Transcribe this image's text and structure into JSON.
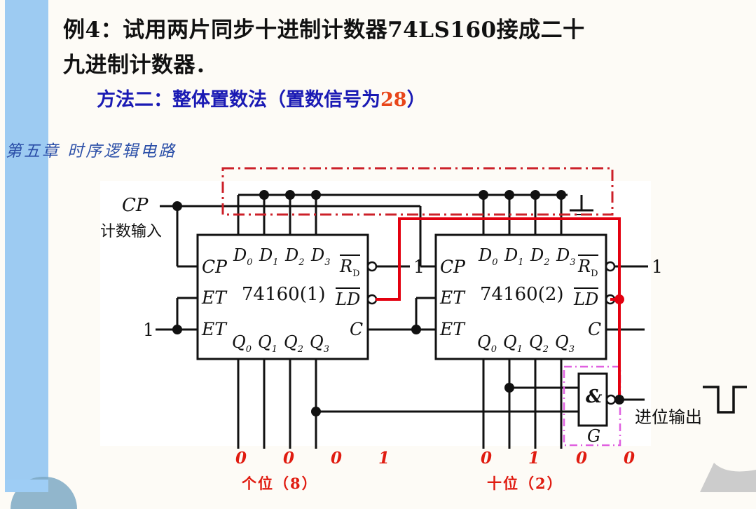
{
  "slide": {
    "title_line1": "例4：试用两片同步十进制计数器74LS160接成二十",
    "title_line2": "九进制计数器．",
    "method_prefix": "方法二：整体置数法（置数信号为",
    "method_number": "28",
    "method_suffix": "）",
    "chapter_footer": "第五章 时序逻辑电路"
  },
  "circuit": {
    "clock_label": "CP",
    "clock_sub_label": "计数输入",
    "logic_one_left": "1",
    "chip1": {
      "name": "74160(1)",
      "clock_pin": "CP",
      "enable_pin_1": "ET",
      "enable_pin_2": "ET",
      "data_pins": [
        "D",
        "D",
        "D",
        "D"
      ],
      "data_subs": [
        "0",
        "1",
        "2",
        "3"
      ],
      "q_pins": [
        "Q",
        "Q",
        "Q",
        "Q"
      ],
      "q_subs": [
        "0",
        "1",
        "2",
        "3"
      ],
      "reset_pin": "R",
      "reset_sub": "D",
      "load_pin": "LD",
      "carry_pin": "C",
      "reset_tie": "1"
    },
    "chip2": {
      "name": "74160(2)",
      "clock_pin": "CP",
      "enable_pin_1": "ET",
      "enable_pin_2": "ET",
      "data_pins": [
        "D",
        "D",
        "D",
        "D"
      ],
      "data_subs": [
        "0",
        "1",
        "2",
        "3"
      ],
      "q_pins": [
        "Q",
        "Q",
        "Q",
        "Q"
      ],
      "q_subs": [
        "0",
        "1",
        "2",
        "3"
      ],
      "reset_pin": "R",
      "reset_sub": "D",
      "load_pin": "LD",
      "carry_pin": "C",
      "reset_tie": "1"
    },
    "gate": {
      "symbol": "&",
      "name": "G"
    },
    "carry_output_label": "进位输出",
    "units_digits": "0  0  0  1",
    "units_caption": "个位（8）",
    "tens_digits": "0  1  0  0",
    "tens_caption": "十位（2）"
  },
  "colors": {
    "wire": "#111111",
    "red_wire": "#e3000f",
    "red_dash": "#cc2029",
    "magenta_dash": "#e060e0",
    "digit_red": "#e01b10",
    "title_blue": "#1a1ab4",
    "number_orange": "#e8461a",
    "sidebar_blue": "#9ecdf5"
  }
}
